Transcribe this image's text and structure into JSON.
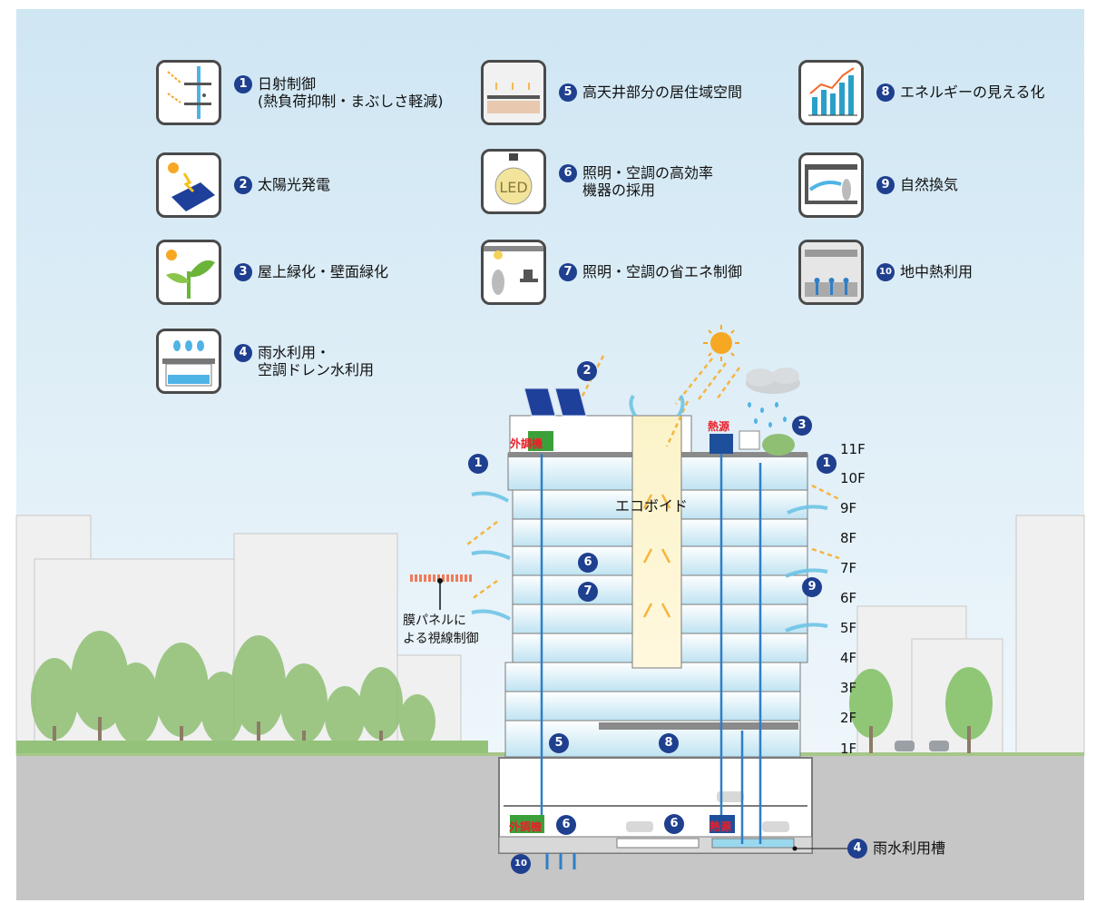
{
  "legend": [
    {
      "num": "1",
      "text": "日射制御\n(熱負荷抑制・まぶしさ軽減)",
      "icon": "sun-shading-icon"
    },
    {
      "num": "2",
      "text": "太陽光発電",
      "icon": "solar-panel-icon"
    },
    {
      "num": "3",
      "text": "屋上緑化・壁面緑化",
      "icon": "plant-icon"
    },
    {
      "num": "4",
      "text": "雨水利用・\n空調ドレン水利用",
      "icon": "rainwater-tank-icon"
    },
    {
      "num": "5",
      "text": "高天井部分の居住域空間",
      "icon": "high-ceiling-icon"
    },
    {
      "num": "6",
      "text": "照明・空調の高効率\n機器の採用",
      "icon": "led-bulb-icon"
    },
    {
      "num": "7",
      "text": "照明・空調の省エネ制御",
      "icon": "sensor-control-icon"
    },
    {
      "num": "8",
      "text": "エネルギーの見える化",
      "icon": "bar-chart-icon"
    },
    {
      "num": "9",
      "text": "自然換気",
      "icon": "natural-ventilation-icon"
    },
    {
      "num": "10",
      "text": "地中熱利用",
      "icon": "geothermal-icon"
    }
  ],
  "floors": [
    "11F",
    "10F",
    "9F",
    "8F",
    "7F",
    "6F",
    "5F",
    "4F",
    "3F",
    "2F",
    "1F"
  ],
  "labels": {
    "ecovoid": "エコボイド",
    "outdoor_unit": "外調機",
    "heat_source": "熱源",
    "membrane_panel": "膜パネルに\nよる視線制御",
    "rain_tank": "雨水利用槽"
  },
  "colors": {
    "badge": "#1f3f8f",
    "sky": "#d8ecf5",
    "pipe": "#2f7fc8",
    "accent_red": "#e8202a",
    "sun": "#f7a823"
  }
}
